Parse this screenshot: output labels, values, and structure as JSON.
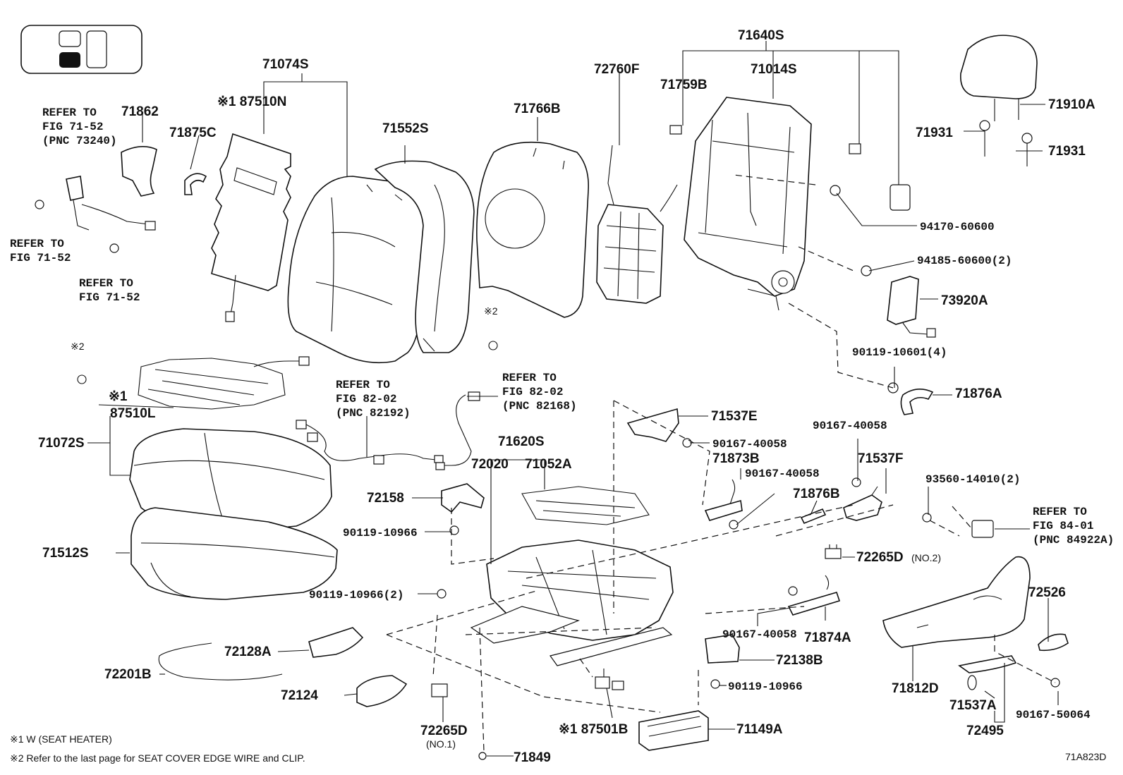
{
  "labels": {
    "p71074S": "71074S",
    "p87510N": "※1 87510N",
    "p71862": "71862",
    "p71875C": "71875C",
    "p71552S": "71552S",
    "p71766B": "71766B",
    "p71640S": "71640S",
    "p72760F": "72760F",
    "p71759B": "71759B",
    "p71014S": "71014S",
    "p71910A": "71910A",
    "p71931a": "71931",
    "p71931b": "71931",
    "p94170": "94170-60600",
    "p94185": "94185-60600(2)",
    "p73920A": "73920A",
    "p90119_10601": "90119-10601(4)",
    "p71876A": "71876A",
    "p71537E": "71537E",
    "p90167_a": "90167-40058",
    "p71873B": "71873B",
    "p90167_b": "90167-40058",
    "p90167_c": "90167-40058",
    "p71537F": "71537F",
    "p93560": "93560-14010(2)",
    "p71876B": "71876B",
    "p87510L": "87510L",
    "p87510L_mark": "※1",
    "p71072S": "71072S",
    "p71512S": "71512S",
    "p71620S": "71620S",
    "p72020": "72020",
    "p71052A": "71052A",
    "p72158": "72158",
    "p90119_10966_a": "90119-10966",
    "p90119_10966_2": "90119-10966(2)",
    "p72265D_no2": "72265D",
    "p72265D_no2_note": "(NO.2)",
    "p72526": "72526",
    "p90167_d": "90167-40058",
    "p71874A": "71874A",
    "p72138B": "72138B",
    "p90119_10966_b": "90119-10966",
    "p71812D": "71812D",
    "p71537A": "71537A",
    "p72495": "72495",
    "p90167_50064": "90167-50064",
    "p72128A": "72128A",
    "p72201B": "72201B",
    "p72124": "72124",
    "p72265D_no1": "72265D",
    "p72265D_no1_note": "(NO.1)",
    "p87501B": "※1 87501B",
    "p71149A": "71149A",
    "p71849": "71849",
    "mark2_a": "※2",
    "mark2_b": "※2",
    "diagram_id": "71A823D"
  },
  "refs": {
    "r1": [
      "REFER TO",
      "FIG 71-52",
      "(PNC 73240)"
    ],
    "r2": [
      "REFER TO",
      "FIG 71-52"
    ],
    "r3": [
      "REFER TO",
      "FIG 71-52"
    ],
    "r4": [
      "REFER TO",
      "FIG 82-02",
      "(PNC 82192)"
    ],
    "r5": [
      "REFER TO",
      "FIG 82-02",
      "(PNC 82168)"
    ],
    "r6": [
      "REFER TO",
      "FIG 84-01",
      "(PNC 84922A)"
    ]
  },
  "notes": {
    "n1": "※1 W (SEAT HEATER)",
    "n2": "※2 Refer to the last page for SEAT COVER EDGE WIRE and CLIP."
  }
}
